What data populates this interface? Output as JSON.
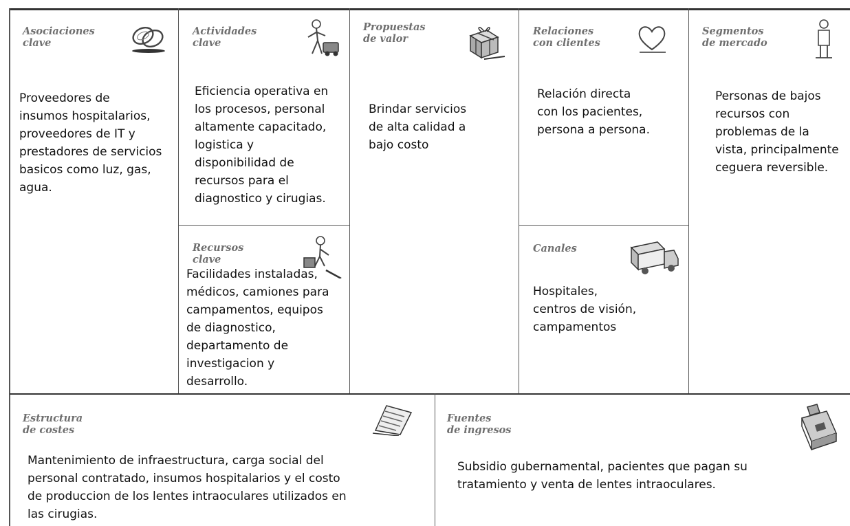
{
  "canvas": {
    "blocks": {
      "key_partners": {
        "title": "Asociaciones\nclave",
        "icon": "chain-link-icon",
        "text": "Proveedores de\ninsumos hospitalarios,\nproveedores de IT y\nprestadores de servicios\nbasicos como luz, gas,\nagua."
      },
      "key_activities": {
        "title": "Actividades\nclave",
        "icon": "worker-icon",
        "text": "Eficiencia operativa en\nlos procesos, personal\naltamente capacitado,\nlogistica y\ndisponibilidad de\nrecursos para el\ndiagnostico y cirugias."
      },
      "key_resources": {
        "title": "Recursos\nclave",
        "icon": "worker-with-cart-icon",
        "text": "Facilidades instaladas,\nmédicos, camiones para\ncampamentos, equipos\nde diagnostico,\ndepartamento de\ninvestigacion y\ndesarrollo."
      },
      "value_propositions": {
        "title": "Propuestas\nde valor",
        "icon": "gift-box-icon",
        "text": "Brindar servicios\nde alta calidad a\nbajo costo"
      },
      "customer_relationships": {
        "title": "Relaciones\ncon clientes",
        "icon": "heart-icon",
        "text": "Relación directa\ncon los pacientes,\npersona a persona."
      },
      "channels": {
        "title": "Canales",
        "icon": "truck-icon",
        "text": "Hospitales,\ncentros de visión,\ncampamentos"
      },
      "customer_segments": {
        "title": "Segmentos\nde mercado",
        "icon": "person-icon",
        "text": "Personas de bajos\nrecursos con\nproblemas de la\nvista, principalmente\nceguera reversible."
      },
      "cost_structure": {
        "title": "Estructura\nde costes",
        "icon": "receipt-icon",
        "text": "Mantenimiento de infraestructura, carga social del\npersonal contratado, insumos hospitalarios y el costo\nde produccion de los lentes intraoculares utilizados en\nlas cirugias."
      },
      "revenue_streams": {
        "title": "Fuentes\nde ingresos",
        "icon": "cash-register-icon",
        "text": "Subsidio gubernamental, pacientes que pagan su\ntratamiento y venta de lentes intraoculares."
      }
    }
  }
}
